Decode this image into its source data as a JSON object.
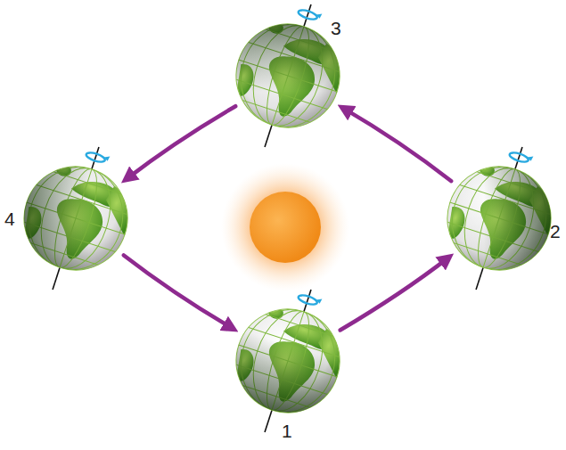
{
  "diagram": {
    "nodes": [
      {
        "text": [
          "1"
        ]
      },
      {
        "text": [
          "2"
        ]
      },
      {
        "text": [
          "3"
        ]
      },
      {
        "text": [
          "4"
        ]
      }
    ],
    "edges": [
      {
        "from": 0,
        "to": 1,
        "arrow": "to"
      },
      {
        "from": 1,
        "to": 2,
        "arrow": "to"
      },
      {
        "from": 2,
        "to": 3,
        "arrow": "to"
      },
      {
        "from": 3,
        "to": 0,
        "arrow": "to"
      }
    ]
  }
}
